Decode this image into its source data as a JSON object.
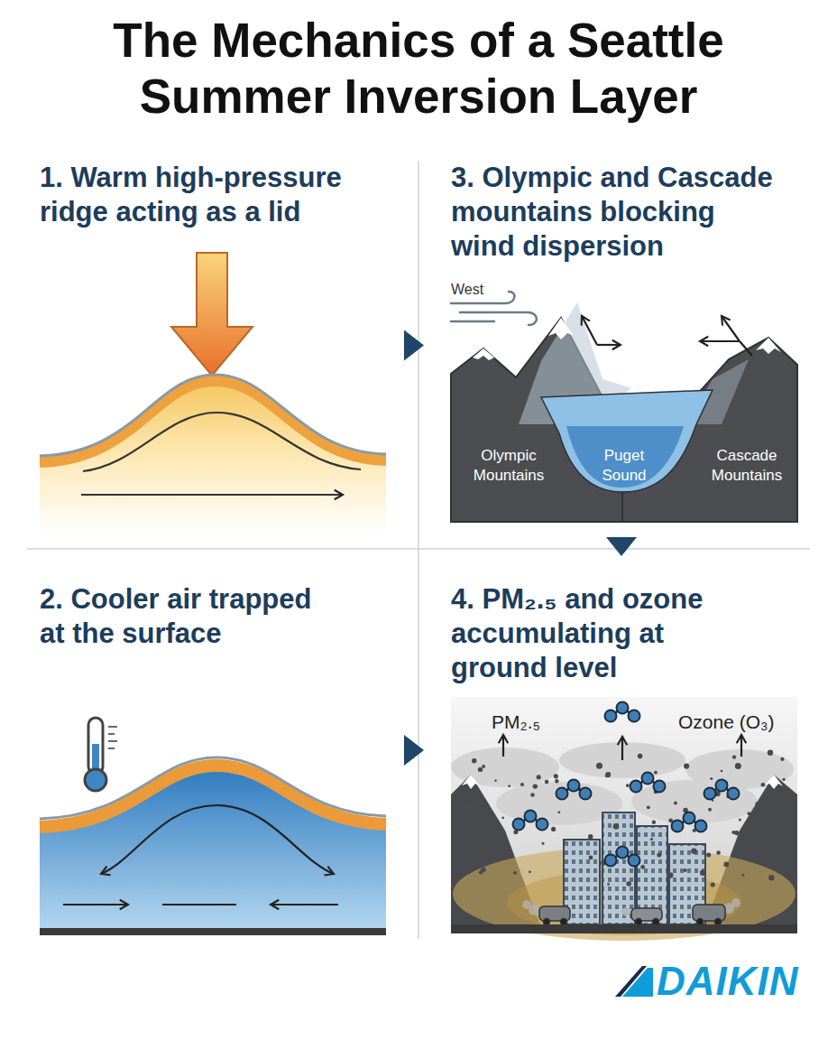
{
  "diagram": {
    "title": "The Mechanics of a Seattle Summer Inversion Layer",
    "nodes": [
      {
        "text": [
          "1. Warm high-pressure ridge acting as a lid"
        ]
      },
      {
        "text": [
          "3. Olympic and Cascade mountains blocking wind dispersion"
        ]
      },
      {
        "text": [
          "2. Cooler air trapped at the surface"
        ]
      },
      {
        "text": [
          "4. PM₂.₅ and ozone accumulating at ground level"
        ]
      }
    ],
    "edges": [
      {
        "from": 0,
        "to": 1,
        "arrow": "to"
      },
      {
        "from": 1,
        "to": 3,
        "arrow": "to"
      },
      {
        "from": 2,
        "to": 3,
        "arrow": "to"
      }
    ],
    "labels": [
      "West",
      "Olympic Mountains",
      "Puget Sound",
      "Cascade Mountains",
      "PM₂.₅",
      "Ozone (O₃)",
      "DAIKIN"
    ]
  }
}
